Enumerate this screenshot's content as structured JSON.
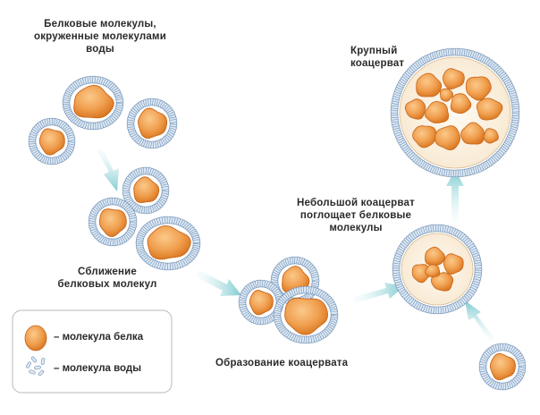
{
  "labels": {
    "protein_molecules": [
      "Белковые молекулы,",
      "окруженные молекулами",
      "воды"
    ],
    "approach": [
      "Сближение",
      "белковых молекул"
    ],
    "formation": "Образование коацервата",
    "small_coacervate": [
      "Небольшой коацерват",
      "поглощает белковые",
      "молекулы"
    ],
    "large_coacervate": [
      "Крупный",
      "коацерват"
    ]
  },
  "legend": {
    "protein": "– молекула белка",
    "water": "– молекула воды"
  },
  "colors": {
    "protein_fill": "#f0a050",
    "protein_core": "#e07a1f",
    "water_fill": "#dde9f5",
    "water_stroke": "#6f8fb3",
    "arrow": "#8fd1d6",
    "text": "#2a2a2a"
  }
}
